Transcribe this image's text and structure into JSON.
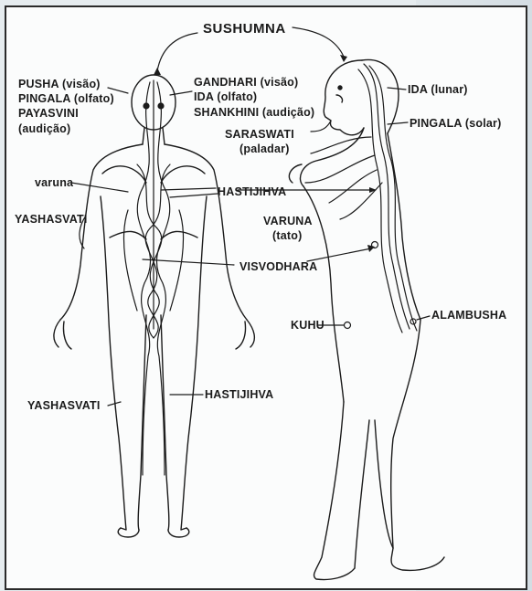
{
  "labels": {
    "sushumna": "SUSHUMNA",
    "pusha": "PUSHA (visão)",
    "pingala_olfato": "PINGALA (olfato)",
    "payasvini": "PAYASVINI",
    "audicao": "(audição)",
    "gandhari": "GANDHARI (visão)",
    "ida_olfato": "IDA (olfato)",
    "shankhini": "SHANKHINI (audição)",
    "ida_lunar": "IDA (lunar)",
    "pingala_solar": "PINGALA (solar)",
    "saraswati": "SARASWATI",
    "paladar": "(paladar)",
    "varuna_small": "varuna",
    "yashasvati_upper": "YASHASVATI",
    "hastijihva_mid": "HASTIJIHVA",
    "varuna_big": "VARUNA",
    "tato": "(tato)",
    "visvodhara": "VISVODHARA",
    "kuhu": "KUHU",
    "alambusha": "ALAMBUSHA",
    "yashasvati_lower": "YASHASVATI",
    "hastijihva_lower": "HASTIJIHVA"
  },
  "colors": {
    "ink": "#1b1b1b",
    "paper": "#fbfcfc"
  }
}
